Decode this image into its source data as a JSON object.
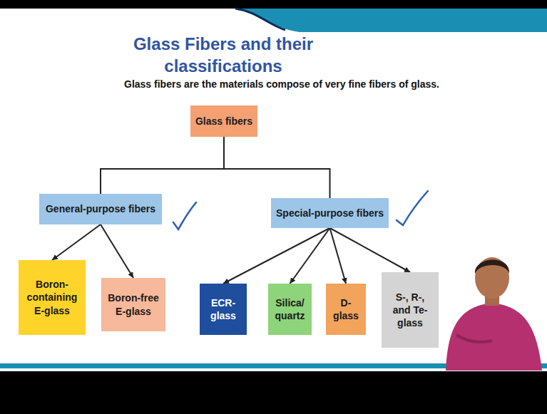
{
  "diagram": {
    "title": "Glass Fibers and their classifications",
    "nodes": [
      {
        "text": [
          "Glass fibers"
        ]
      },
      {
        "text": [
          "General-purpose fibers"
        ]
      },
      {
        "text": [
          "Special-purpose fibers"
        ]
      },
      {
        "text": [
          "Boron-containing E-glass"
        ]
      },
      {
        "text": [
          "Boron-free E-glass"
        ]
      },
      {
        "text": [
          "ECR-glass"
        ]
      },
      {
        "text": [
          "Silica/ quartz"
        ]
      },
      {
        "text": [
          "D-glass"
        ]
      },
      {
        "text": [
          "S-, R-, and Te-glass"
        ]
      }
    ],
    "edges": [
      {
        "from": 0,
        "to": 1,
        "arrow": "none"
      },
      {
        "from": 0,
        "to": 2,
        "arrow": "none"
      },
      {
        "from": 1,
        "to": 3,
        "arrow": "to"
      },
      {
        "from": 1,
        "to": 4,
        "arrow": "to"
      },
      {
        "from": 2,
        "to": 5,
        "arrow": "to"
      },
      {
        "from": 2,
        "to": 6,
        "arrow": "to"
      },
      {
        "from": 2,
        "to": 7,
        "arrow": "to"
      },
      {
        "from": 2,
        "to": 8,
        "arrow": "to"
      }
    ],
    "labels": [
      "Glass fibers are the materials compose of very fine fibers of glass."
    ]
  }
}
